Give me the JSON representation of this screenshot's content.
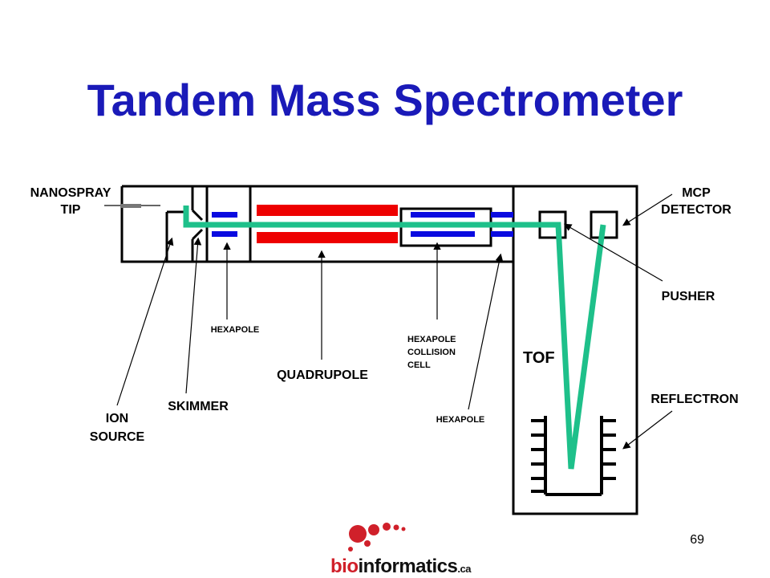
{
  "title": "Tandem Mass Spectrometer",
  "labels": {
    "nanospray_1": "NANOSPRAY",
    "nanospray_2": "TIP",
    "mcp_1": "MCP",
    "mcp_2": "DETECTOR",
    "pusher": "PUSHER",
    "hexapole_left": "HEXAPOLE",
    "hexapole_collision_1": "HEXAPOLE",
    "hexapole_collision_2": "COLLISION",
    "hexapole_collision_3": "CELL",
    "tof": "TOF",
    "quadrupole": "QUADRUPOLE",
    "reflectron": "REFLECTRON",
    "skimmer": "SKIMMER",
    "ion_source_1": "ION",
    "ion_source_2": "SOURCE",
    "hexapole_right": "HEXAPOLE"
  },
  "logo": {
    "text_bio": "bio",
    "text_informatics": "informatics",
    "text_ca": ".ca"
  },
  "page_number": "69",
  "colors": {
    "title": "#1a1ab8",
    "beam": "#1ec08a",
    "quadrupole_rods": "#ee0000",
    "hexapole_rods": "#0a0ae0",
    "logo_red": "#d0202a"
  }
}
